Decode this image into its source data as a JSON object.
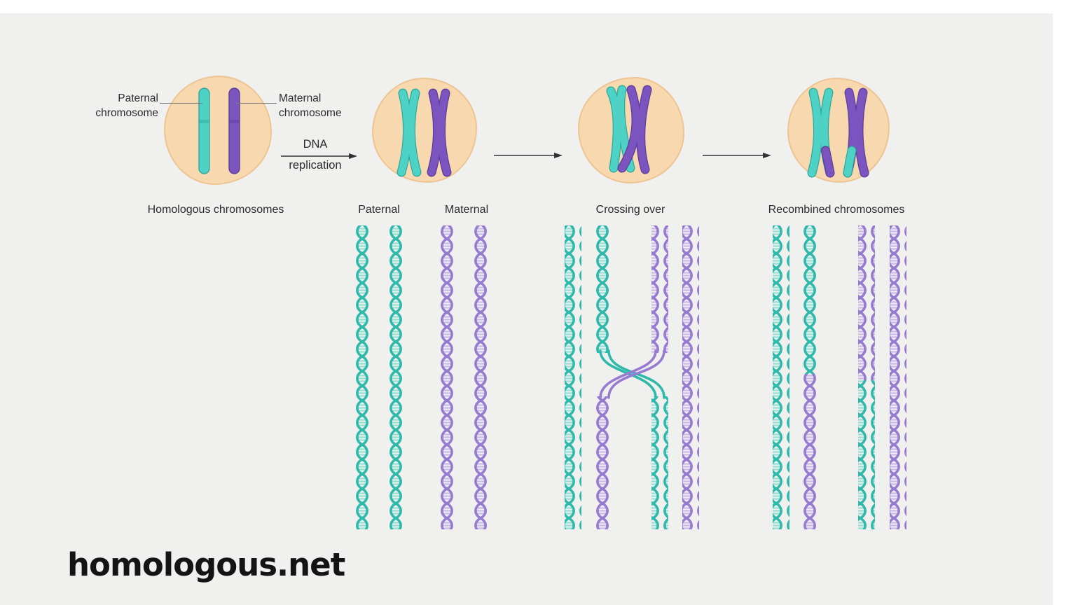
{
  "watermark": "homologous.net",
  "callouts": {
    "paternal": {
      "line1": "Paternal",
      "line2": "chromosome"
    },
    "maternal": {
      "line1": "Maternal",
      "line2": "chromosome"
    }
  },
  "process_arrow": {
    "line1": "DNA",
    "line2": "replication"
  },
  "stage_labels": {
    "homologous": "Homologous chromosomes",
    "paternal": "Paternal",
    "maternal": "Maternal",
    "crossing": "Crossing over",
    "recombined": "Recombined chromosomes"
  },
  "colors": {
    "background_panel": "#f0f0ef",
    "cell_fill": "#f8d8ae",
    "cell_border": "#edc493",
    "paternal_teal": "#4ed2c6",
    "paternal_teal_dark": "#2fa89c",
    "maternal_purple": "#7b54c0",
    "maternal_purple_dark": "#5c3d99",
    "dna_teal": "#2eb9ab",
    "dna_teal_rung": "#96ded5",
    "dna_purple": "#977bd0",
    "dna_purple_rung": "#c9b9e8",
    "text": "#2b2b2b"
  }
}
